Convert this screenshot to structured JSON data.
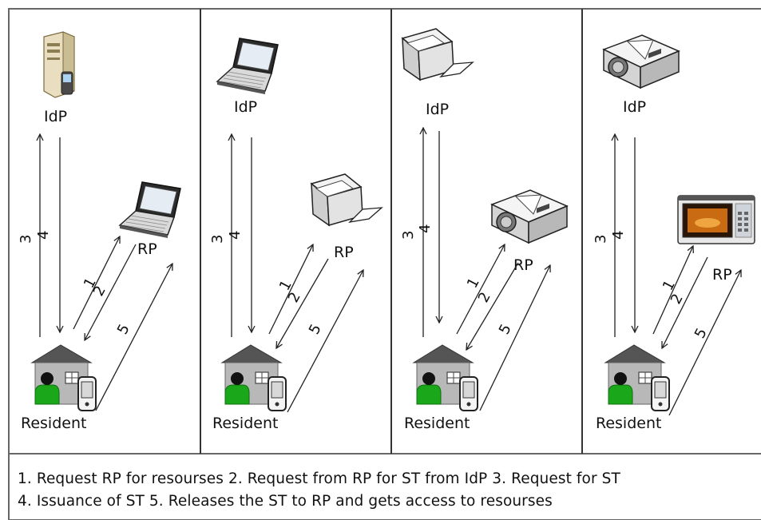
{
  "panels": [
    {
      "idp": {
        "label": "IdP",
        "device": "server-icon"
      },
      "rp": {
        "label": "RP",
        "device": "laptop-icon"
      },
      "resident": {
        "label": "Resident"
      }
    },
    {
      "idp": {
        "label": "IdP",
        "device": "laptop-icon"
      },
      "rp": {
        "label": "RP",
        "device": "printer-icon"
      },
      "resident": {
        "label": "Resident"
      }
    },
    {
      "idp": {
        "label": "IdP",
        "device": "printer-icon"
      },
      "rp": {
        "label": "RP",
        "device": "projector-icon"
      },
      "resident": {
        "label": "Resident"
      }
    },
    {
      "idp": {
        "label": "IdP",
        "device": "projector-icon"
      },
      "rp": {
        "label": "RP",
        "device": "microwave-icon"
      },
      "resident": {
        "label": "Resident"
      }
    }
  ],
  "step_labels": [
    "1",
    "2",
    "3",
    "4",
    "5"
  ],
  "legend": {
    "line1": "1. Request RP for resourses 2. Request from RP for ST from IdP 3. Request for ST",
    "line2": "4. Issuance of ST 5. Releases the ST to RP and gets access to resourses"
  },
  "colors": {
    "frame": "#666666",
    "line": "#222222",
    "house_roof": "#555555",
    "house_wall": "#b8b8b8",
    "person": "#1aa81a"
  }
}
